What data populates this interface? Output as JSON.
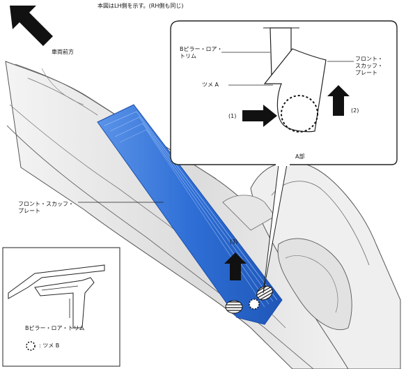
{
  "header_note": "本図はLH側を示す。(RH側も同じ)",
  "front_direction_label": "車両前方",
  "inset_detail": {
    "pillar_label": "Bピラー・ロア・\nトリム",
    "plate_label": "フロント・\nスカッフ・\nプレート",
    "claw_label": "ツメ A",
    "step1_label": "(1)",
    "step2_label": "(2)",
    "part_label": "A部"
  },
  "main_view": {
    "plate_label": "フロント・スカッフ・\nプレート",
    "step3_label": "(3)"
  },
  "legend_box": {
    "pillar_label": "Bピラー・ロア・トリム",
    "claw_legend_label": ": ツメ B"
  },
  "colors": {
    "scuff_plate": "#2f6fd6",
    "scuff_plate_edge": "#1c4ea8",
    "arrow": "#111111",
    "line": "#222222"
  }
}
